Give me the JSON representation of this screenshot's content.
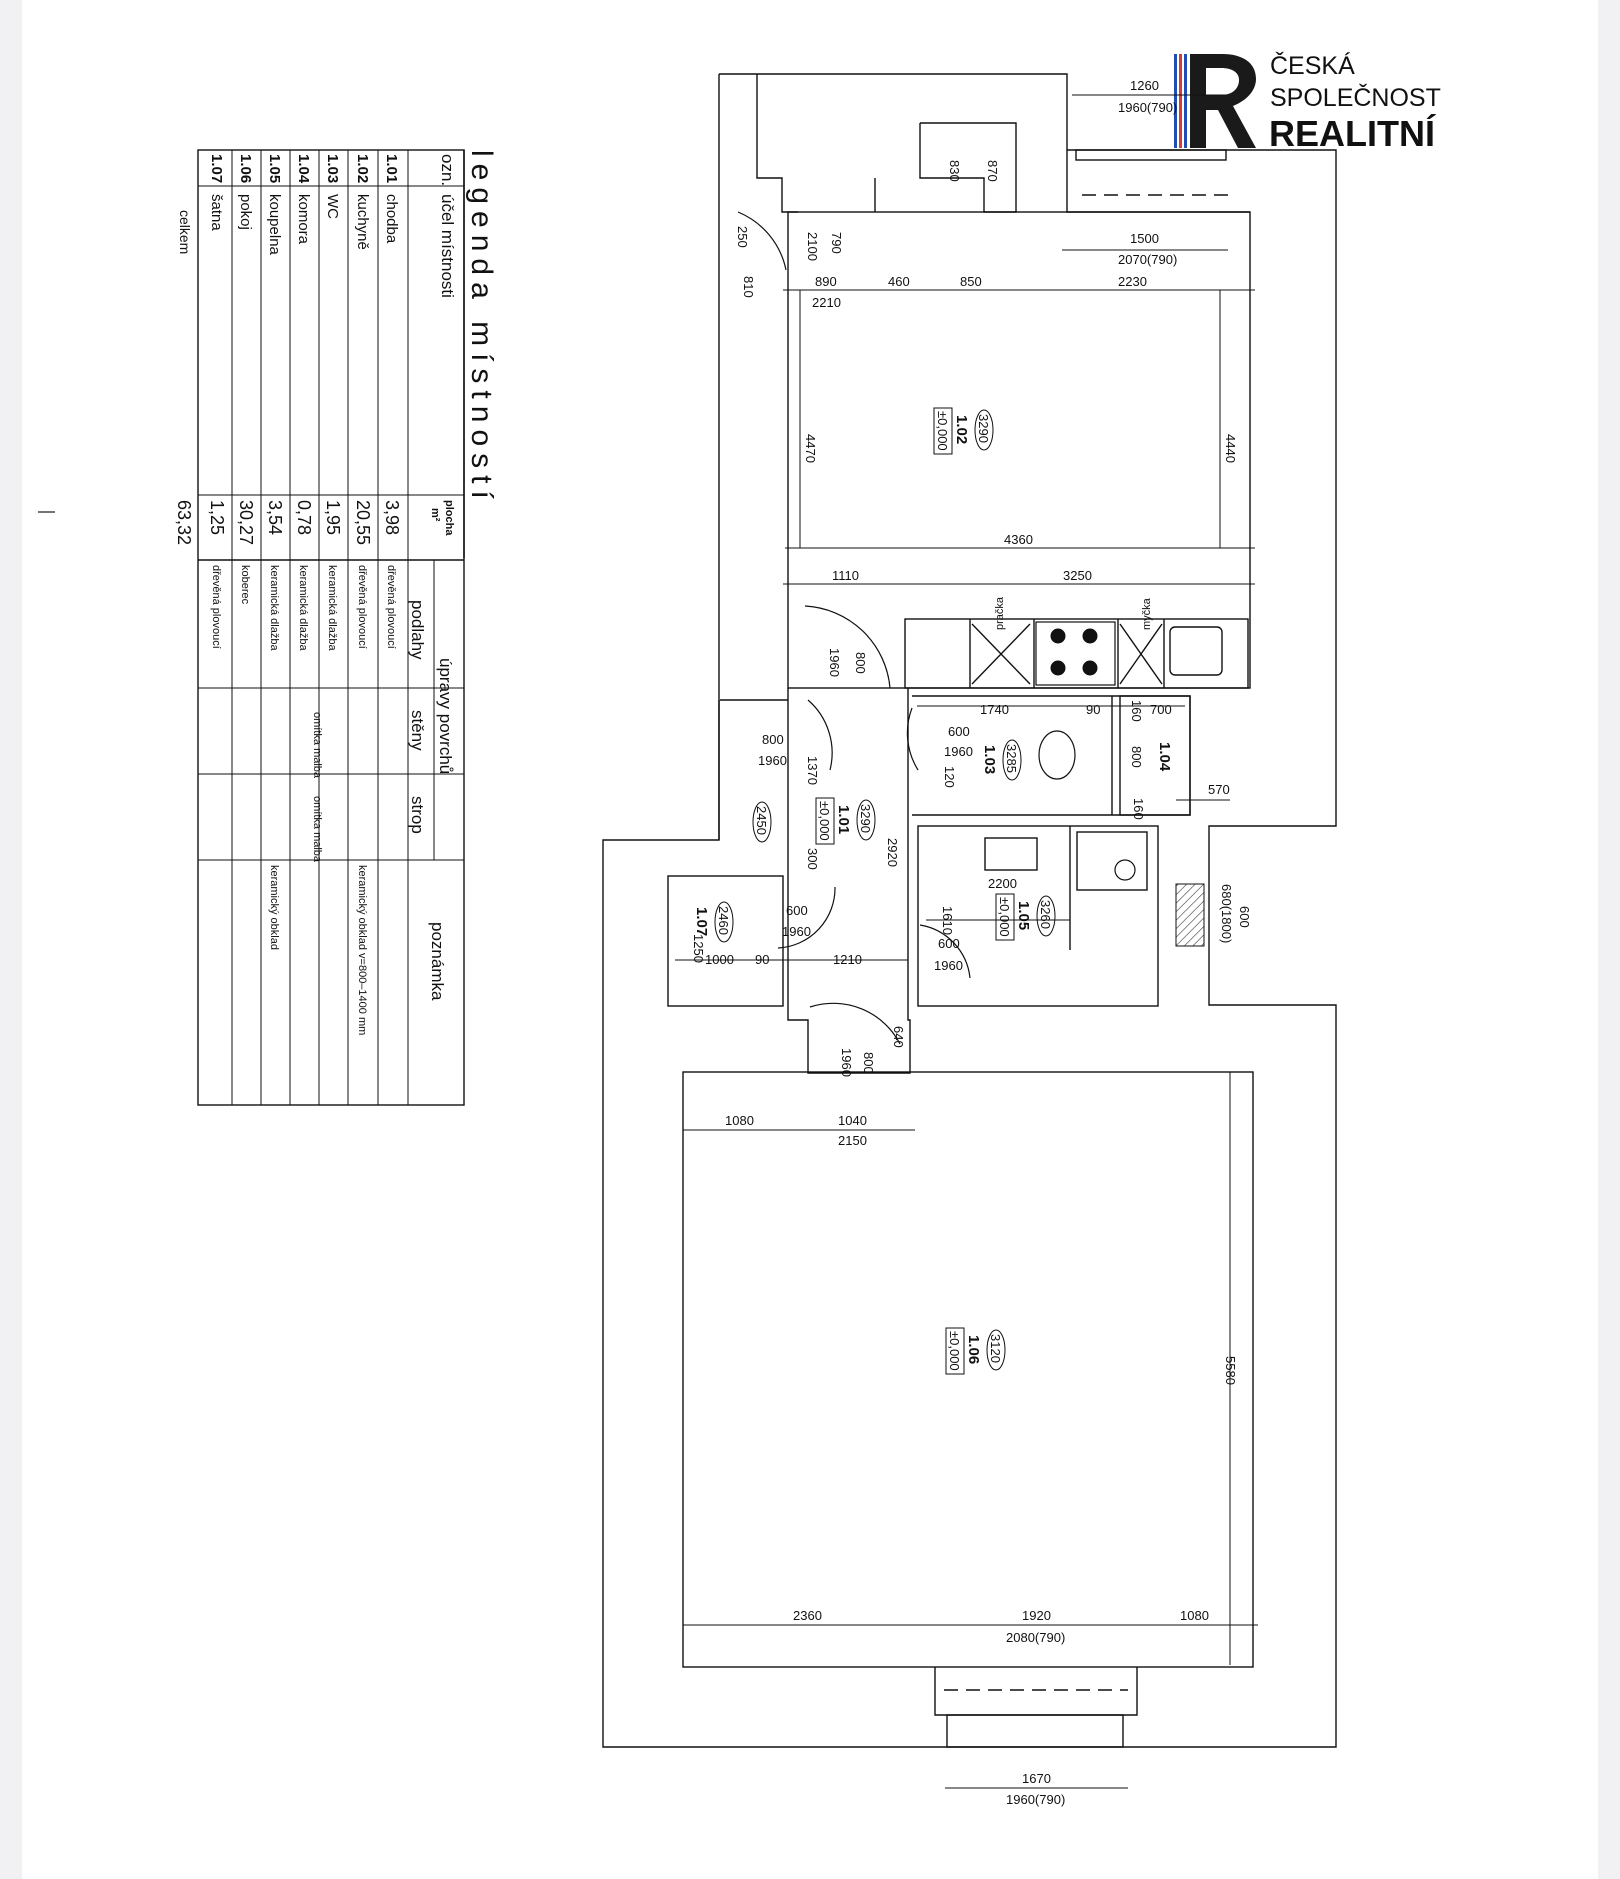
{
  "logo": {
    "line1": "ČESKÁ",
    "line2": "SPOLEČNOST",
    "line3": "REALITNÍ",
    "colors": {
      "blue": "#1f4fb5",
      "red": "#d63a3a",
      "dark": "#1a1a1a"
    }
  },
  "legend": {
    "title": "legenda místností",
    "headers": {
      "id": "ozn.",
      "purpose": "účel místnosti",
      "area": "plocha",
      "area_unit": "m²",
      "surfaces": "úpravy povrchů",
      "floors": "podlahy",
      "walls": "stěny",
      "ceiling": "strop",
      "note": "poznámka"
    },
    "rows": [
      {
        "id": "1.01",
        "name": "chodba",
        "area": "3,98",
        "floor": "dřevěná plovoucí",
        "note": ""
      },
      {
        "id": "1.02",
        "name": "kuchyně",
        "area": "20,55",
        "floor": "dřevěná plovoucí",
        "note": "keramický obklad v=800–1400 mm"
      },
      {
        "id": "1.03",
        "name": "WC",
        "area": "1,95",
        "floor": "keramická dlažba",
        "note": ""
      },
      {
        "id": "1.04",
        "name": "komora",
        "area": "0,78",
        "floor": "keramická dlažba",
        "note": ""
      },
      {
        "id": "1.05",
        "name": "koupelna",
        "area": "3,54",
        "floor": "keramická dlažba",
        "note": "keramický obklad"
      },
      {
        "id": "1.06",
        "name": "pokoj",
        "area": "30,27",
        "floor": "koberec",
        "note": ""
      },
      {
        "id": "1.07",
        "name": "šatna",
        "area": "1,25",
        "floor": "dřevěná plovoucí",
        "note": ""
      }
    ],
    "walls_value": "omítka malba",
    "ceiling_value": "omítka malba",
    "total_label": "celkem",
    "total_value": "63,32"
  },
  "rooms": [
    {
      "id": "1.02",
      "height": "3290",
      "level": "±0,000"
    },
    {
      "id": "1.01",
      "height": "3290",
      "level": "±0,000"
    },
    {
      "id": "1.03",
      "height": "3285",
      "level": ""
    },
    {
      "id": "1.04",
      "height": "",
      "level": ""
    },
    {
      "id": "1.05",
      "height": "3260",
      "level": "±0,000"
    },
    {
      "id": "1.06",
      "height": "3120",
      "level": "±0,000"
    },
    {
      "id": "1.07",
      "height": "2460",
      "level": ""
    },
    {
      "id": "",
      "height": "2450",
      "level": ""
    }
  ],
  "appliance_labels": {
    "washer": "pračka",
    "dishwasher": "myčka"
  },
  "dimensions": {
    "d1260": "1260",
    "d1960_790_top": "1960(790)",
    "d830": "830",
    "d870": "870",
    "d1500": "1500",
    "d2070_790": "2070(790)",
    "d250": "250",
    "d2100": "2100",
    "d790": "790",
    "d810": "810",
    "d890": "890",
    "d460": "460",
    "d850": "850",
    "d2230": "2230",
    "d2210": "2210",
    "d4470": "4470",
    "d4440": "4440",
    "d4360": "4360",
    "d1110": "1110",
    "d3250": "3250",
    "d1960_k": "1960",
    "d800_k": "800",
    "d1740": "1740",
    "d90_a": "90",
    "d160_a": "160",
    "d700": "700",
    "d600_wc": "600",
    "d1960_wc": "1960",
    "d120": "120",
    "d800_c": "800",
    "d570": "570",
    "d160_b": "160",
    "d800_h": "800",
    "d1960_h": "1960",
    "d1370": "1370",
    "d300": "300",
    "d2920": "2920",
    "d2200": "2200",
    "d1610": "1610",
    "d600_b": "600",
    "d1960_b": "1960",
    "d600_680": "600",
    "d680_1800": "680(1800)",
    "d600_s": "600",
    "d1960_s": "1960",
    "d1250": "1250",
    "d1000": "1000",
    "d90_b": "90",
    "d1210": "1210",
    "d640": "640",
    "d800_p": "800",
    "d1960_p": "1960",
    "d1080_top": "1080",
    "d1040": "1040",
    "d2150": "2150",
    "d5580": "5580",
    "d2360": "2360",
    "d1920": "1920",
    "d1080_bot": "1080",
    "d2080_790": "2080(790)",
    "d1670": "1670",
    "d1960_790_bot": "1960(790)"
  }
}
